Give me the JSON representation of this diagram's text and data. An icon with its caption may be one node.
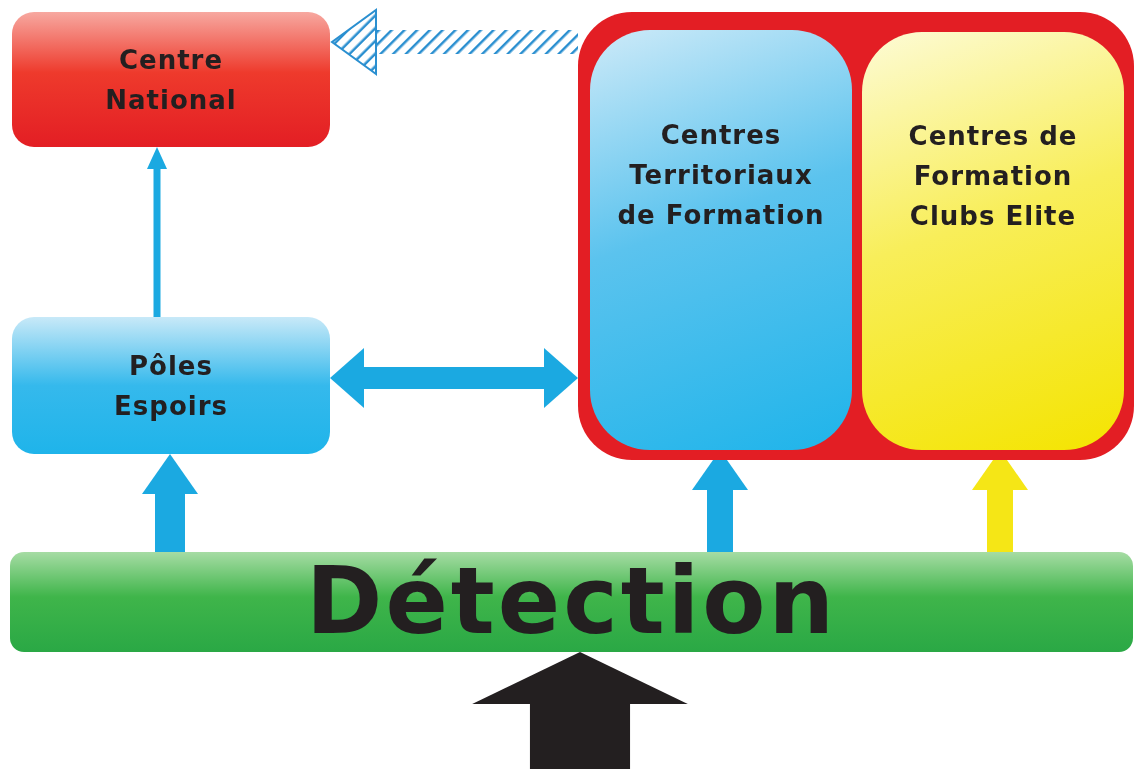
{
  "diagram": {
    "nodes": [
      {
        "text": [
          "Centre National"
        ]
      },
      {
        "text": [],
        "shape": "box"
      },
      {
        "text": [
          "Centres Territoriaux de Formation"
        ],
        "in": 1
      },
      {
        "text": [
          "Centres de Formation Clubs Elite"
        ],
        "in": 1
      },
      {
        "text": [
          "Pôles Espoirs"
        ]
      },
      {
        "text": [
          "Détection"
        ]
      }
    ],
    "edges": [
      {
        "from": 1,
        "to": 0,
        "arrow": "to",
        "style": "dashed"
      },
      {
        "from": 4,
        "to": 0,
        "arrow": "to"
      },
      {
        "from": 4,
        "to": 1,
        "arrow": "both"
      },
      {
        "from": 5,
        "to": 4,
        "arrow": "to"
      },
      {
        "from": 5,
        "to": 2,
        "arrow": "to"
      },
      {
        "from": 5,
        "to": 3,
        "arrow": "to",
        "color": "#f5e616"
      },
      {
        "from": null,
        "to": 5,
        "arrow": "to",
        "style": "thick",
        "color": "#231f20"
      }
    ]
  }
}
